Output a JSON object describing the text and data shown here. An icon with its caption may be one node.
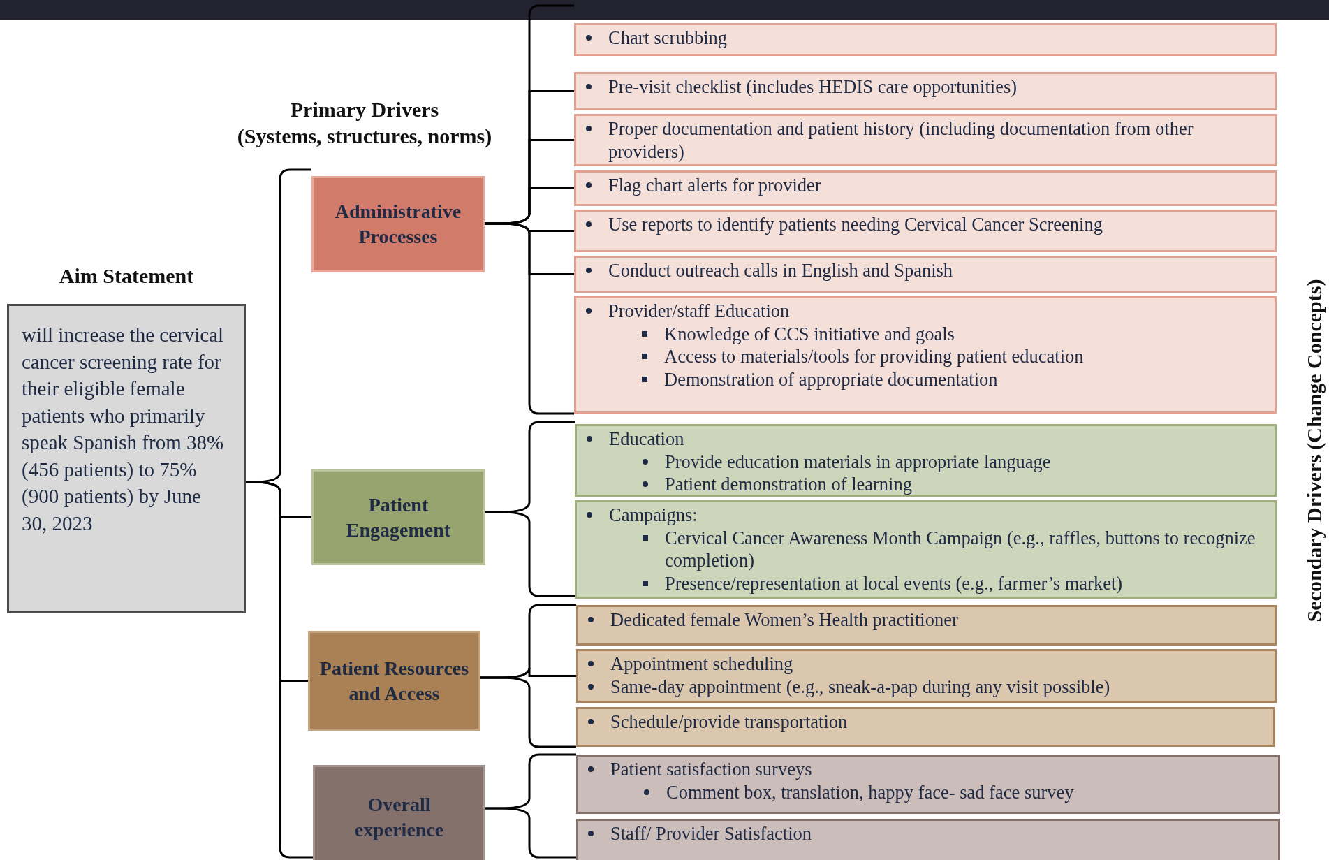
{
  "diagram": {
    "nodes": [
      {
        "text": [
          "Aim Statement",
          "will increase the cervical cancer screening rate for their eligible female patients who primarily speak Spanish from 38% (456 patients) to 75% (900 patients) by June 30, 2023"
        ]
      },
      {
        "text": [
          "Administrative Processes"
        ]
      },
      {
        "text": [
          "Patient Engagement"
        ]
      },
      {
        "text": [
          "Patient Resources and Access"
        ]
      },
      {
        "text": [
          "Overall experience"
        ]
      },
      {
        "text": [
          "Chart scrubbing"
        ]
      },
      {
        "text": [
          "Pre-visit checklist (includes HEDIS care opportunities)"
        ]
      },
      {
        "text": [
          "Proper documentation and patient history (including documentation from other providers)"
        ]
      },
      {
        "text": [
          "Flag chart alerts for provider"
        ]
      },
      {
        "text": [
          "Use reports to identify patients needing Cervical Cancer Screening"
        ]
      },
      {
        "text": [
          "Conduct outreach calls in English and Spanish"
        ]
      },
      {
        "text": [
          "Provider/staff Education",
          "Knowledge of CCS initiative and goals",
          "Access to materials/tools for providing patient education",
          "Demonstration of appropriate documentation"
        ]
      },
      {
        "text": [
          "Education",
          "Provide education materials in appropriate language",
          "Patient demonstration of learning"
        ]
      },
      {
        "text": [
          "Campaigns:",
          "Cervical Cancer Awareness Month Campaign (e.g., raffles, buttons to recognize completion)",
          "Presence/representation at local events (e.g., farmer’s market)"
        ]
      },
      {
        "text": [
          "Dedicated female Women’s Health practitioner"
        ]
      },
      {
        "text": [
          "Appointment scheduling",
          "Same-day appointment (e.g., sneak-a-pap during any visit possible)"
        ]
      },
      {
        "text": [
          "Schedule/provide transportation"
        ]
      },
      {
        "text": [
          "Patient satisfaction surveys",
          "Comment box, translation, happy face- sad face survey"
        ]
      },
      {
        "text": [
          "Staff/ Provider Satisfaction"
        ]
      }
    ],
    "edges": [
      {
        "from": 0,
        "to": 1,
        "arrow": "none"
      },
      {
        "from": 0,
        "to": 2,
        "arrow": "none"
      },
      {
        "from": 0,
        "to": 3,
        "arrow": "none"
      },
      {
        "from": 0,
        "to": 4,
        "arrow": "none"
      },
      {
        "from": 1,
        "to": 5,
        "arrow": "none"
      },
      {
        "from": 1,
        "to": 6,
        "arrow": "none"
      },
      {
        "from": 1,
        "to": 7,
        "arrow": "none"
      },
      {
        "from": 1,
        "to": 8,
        "arrow": "none"
      },
      {
        "from": 1,
        "to": 9,
        "arrow": "none"
      },
      {
        "from": 1,
        "to": 10,
        "arrow": "none"
      },
      {
        "from": 1,
        "to": 11,
        "arrow": "none"
      },
      {
        "from": 2,
        "to": 12,
        "arrow": "none"
      },
      {
        "from": 2,
        "to": 13,
        "arrow": "none"
      },
      {
        "from": 3,
        "to": 14,
        "arrow": "none"
      },
      {
        "from": 3,
        "to": 15,
        "arrow": "none"
      },
      {
        "from": 3,
        "to": 16,
        "arrow": "none"
      },
      {
        "from": 4,
        "to": 17,
        "arrow": "none"
      },
      {
        "from": 4,
        "to": 18,
        "arrow": "none"
      }
    ],
    "labels": [
      "Primary Drivers",
      "(Systems, structures, norms)",
      "Secondary Drivers (Change Concepts)"
    ]
  }
}
